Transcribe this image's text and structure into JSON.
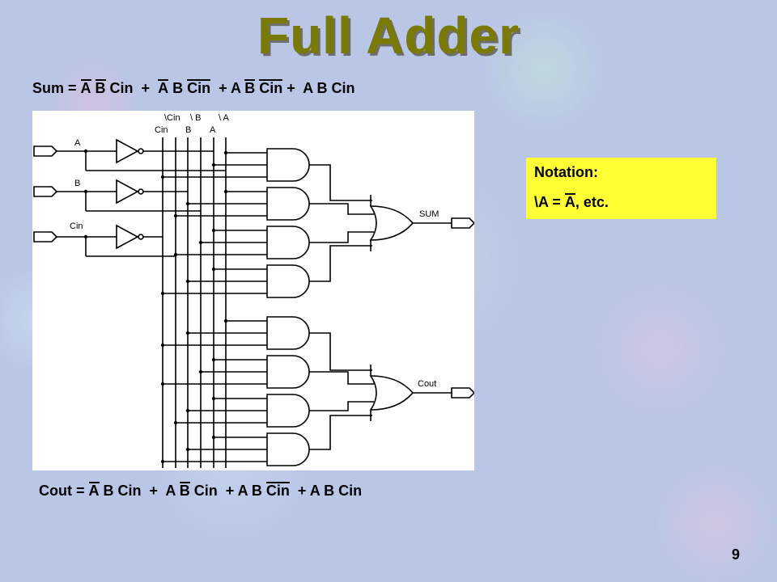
{
  "title": "Full Adder",
  "sum_equation": {
    "prefix": "Sum = ",
    "t1_a": "A",
    "t1_b": "B",
    "t1_c": " Cin",
    "sep1": "  +  ",
    "t2_a": "A",
    "t2_b": " B ",
    "t2_c": "Cin",
    "sep2": "  + ",
    "t3_a": "A ",
    "t3_b": "B",
    "t3_c": "Cin",
    "sep3": " +  ",
    "t4": "A B Cin"
  },
  "cout_equation": {
    "prefix": "Cout = ",
    "t1_a": "A",
    "t1_b": " B Cin",
    "sep1": "  +  ",
    "t2_a": "A ",
    "t2_b": "B",
    "t2_c": " Cin",
    "sep2": "  + ",
    "t3_a": "A B ",
    "t3_b": "Cin",
    "sep3": "  + ",
    "t4": "A B Cin"
  },
  "notation": {
    "heading": "Notation:",
    "line_prefix": "\\A = ",
    "line_over": "A",
    "line_suffix": ", etc."
  },
  "schematic": {
    "input_a": "A",
    "input_b": "B",
    "input_cin": "Cin",
    "bus_ncin": "\\Cin",
    "bus_nb": "\\ B",
    "bus_na": "\\ A",
    "bus_cin": "Cin",
    "bus_b": "B",
    "bus_a": "A",
    "output_sum": "SUM",
    "output_cout": "Cout"
  },
  "page_number": "9",
  "colors": {
    "title": "#7a7a00",
    "notation_bg": "#ffff33",
    "schematic_bg": "#ffffff"
  }
}
